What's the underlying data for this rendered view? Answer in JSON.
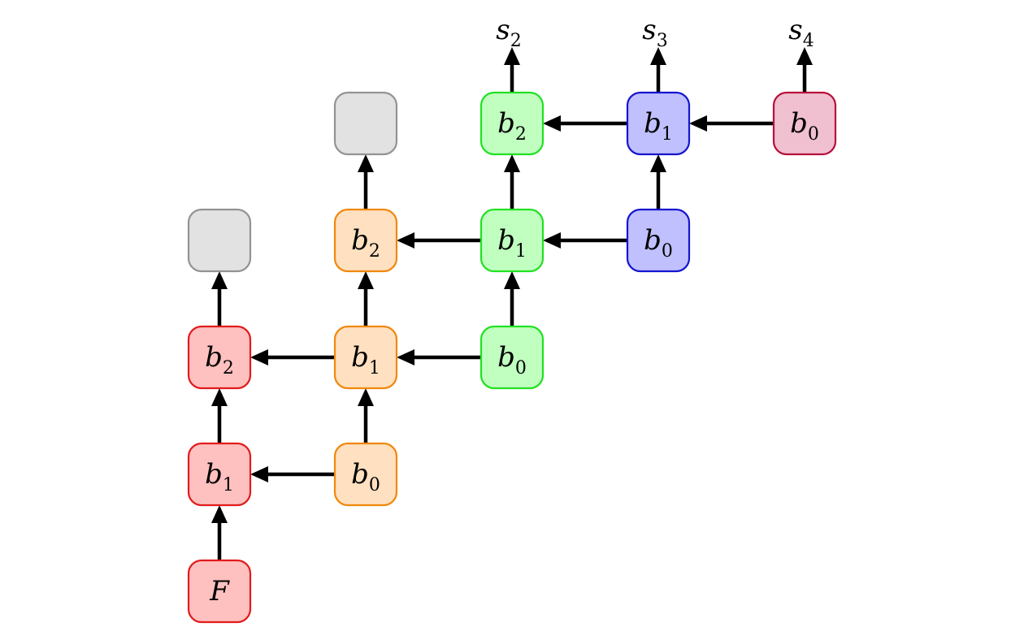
{
  "palette": {
    "red": {
      "fill": "#ffc0c0",
      "stroke": "#e11b1b"
    },
    "orange": {
      "fill": "#ffe0c0",
      "stroke": "#f0880c"
    },
    "green": {
      "fill": "#c0ffc0",
      "stroke": "#22e022"
    },
    "blue": {
      "fill": "#c0c0ff",
      "stroke": "#1515d0"
    },
    "pink": {
      "fill": "#f0c0d0",
      "stroke": "#b8103c"
    },
    "gray": {
      "fill": "#e2e2e2",
      "stroke": "#939393"
    }
  },
  "nodes": [
    {
      "id": "red-F",
      "base": "F",
      "sub": "",
      "color": "red"
    },
    {
      "id": "red-b1",
      "base": "b",
      "sub": "1",
      "color": "red"
    },
    {
      "id": "red-b2",
      "base": "b",
      "sub": "2",
      "color": "red"
    },
    {
      "id": "gray-1",
      "base": "",
      "sub": "",
      "color": "gray"
    },
    {
      "id": "orange-b0",
      "base": "b",
      "sub": "0",
      "color": "orange"
    },
    {
      "id": "orange-b1",
      "base": "b",
      "sub": "1",
      "color": "orange"
    },
    {
      "id": "orange-b2",
      "base": "b",
      "sub": "2",
      "color": "orange"
    },
    {
      "id": "gray-2",
      "base": "",
      "sub": "",
      "color": "gray"
    },
    {
      "id": "green-b0",
      "base": "b",
      "sub": "0",
      "color": "green"
    },
    {
      "id": "green-b1",
      "base": "b",
      "sub": "1",
      "color": "green"
    },
    {
      "id": "green-b2",
      "base": "b",
      "sub": "2",
      "color": "green"
    },
    {
      "id": "blue-b0",
      "base": "b",
      "sub": "0",
      "color": "blue"
    },
    {
      "id": "blue-b1",
      "base": "b",
      "sub": "1",
      "color": "blue"
    },
    {
      "id": "pink-b0",
      "base": "b",
      "sub": "0",
      "color": "pink"
    }
  ],
  "outputs": [
    {
      "id": "s2",
      "base": "s",
      "sub": "2"
    },
    {
      "id": "s3",
      "base": "s",
      "sub": "3"
    },
    {
      "id": "s4",
      "base": "s",
      "sub": "4"
    }
  ],
  "edges": [
    {
      "from": "red-F",
      "to": "red-b1"
    },
    {
      "from": "red-b1",
      "to": "red-b2"
    },
    {
      "from": "red-b2",
      "to": "gray-1"
    },
    {
      "from": "orange-b0",
      "to": "orange-b1"
    },
    {
      "from": "orange-b1",
      "to": "orange-b2"
    },
    {
      "from": "orange-b2",
      "to": "gray-2"
    },
    {
      "from": "orange-b0",
      "to": "red-b1"
    },
    {
      "from": "orange-b1",
      "to": "red-b2"
    },
    {
      "from": "green-b0",
      "to": "green-b1"
    },
    {
      "from": "green-b1",
      "to": "green-b2"
    },
    {
      "from": "green-b2",
      "to": "s2"
    },
    {
      "from": "green-b0",
      "to": "orange-b1"
    },
    {
      "from": "green-b1",
      "to": "orange-b2"
    },
    {
      "from": "blue-b0",
      "to": "blue-b1"
    },
    {
      "from": "blue-b1",
      "to": "s3"
    },
    {
      "from": "blue-b0",
      "to": "green-b1"
    },
    {
      "from": "blue-b1",
      "to": "green-b2"
    },
    {
      "from": "pink-b0",
      "to": "s4"
    },
    {
      "from": "pink-b0",
      "to": "blue-b1"
    }
  ]
}
